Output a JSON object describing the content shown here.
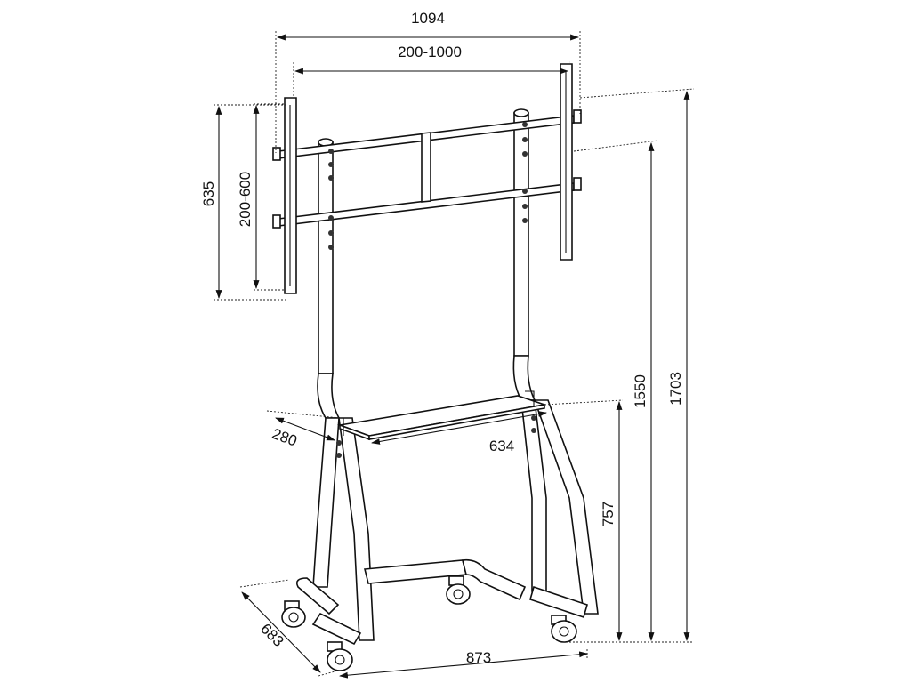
{
  "dimensions": {
    "total_width": "1094",
    "vesa_width": "200-1000",
    "bracket_height": "635",
    "vesa_height": "200-600",
    "max_height": "1703",
    "min_height": "1550",
    "shelf_height": "757",
    "shelf_depth": "280",
    "shelf_width": "634",
    "base_depth": "683",
    "base_width": "873"
  }
}
